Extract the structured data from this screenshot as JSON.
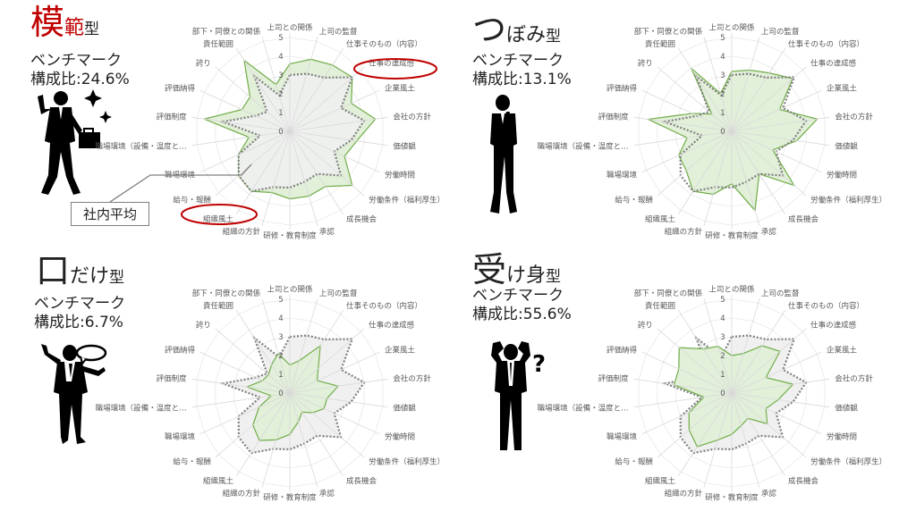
{
  "panels": [
    {
      "id": "mohan",
      "title": {
        "c1": "模",
        "c2": "範",
        "c3": "型"
      },
      "benchmark_label": "ベンチマーク",
      "ratio_label": "構成比:24.6%",
      "figure": "triumphant-businessman-icon"
    },
    {
      "id": "tsubomi",
      "title": {
        "c1": "つ",
        "c2": "ぼみ",
        "c3": "型"
      },
      "benchmark_label": "ベンチマーク",
      "ratio_label": "構成比:13.1%",
      "figure": "thinking-businessman-icon"
    },
    {
      "id": "kuchidake",
      "title": {
        "c1": "口",
        "c2": "だけ",
        "c3": "型"
      },
      "benchmark_label": "ベンチマーク",
      "ratio_label": "構成比:6.7%",
      "figure": "talking-businessman-icon"
    },
    {
      "id": "ukemi",
      "title": {
        "c1": "受",
        "c2": "け身",
        "c3": "型"
      },
      "benchmark_label": "ベンチマーク",
      "ratio_label": "構成比:55.6%",
      "figure": "confused-businessman-icon"
    }
  ],
  "callout": {
    "label": "社内平均"
  },
  "colors": {
    "series_fill": "#e2efd9",
    "series_stroke": "#70ad47",
    "average_fill": "#f0f0f0",
    "average_stroke": "#7f7f7f",
    "highlight": "#c00000",
    "grid": "#d9d9d9"
  },
  "chart_data": [
    {
      "type": "radar",
      "title": "模範型",
      "categories": [
        "上司との関係",
        "上司の監督",
        "仕事そのもの（内容）",
        "仕事の達成感",
        "企業風土",
        "会社の方針",
        "価値観",
        "労働時間",
        "労働条件（福利厚生）",
        "成長機会",
        "承認",
        "研修・教育制度",
        "組織の方針",
        "組織風土",
        "給与・報酬",
        "職場環境",
        "職場環境（設備・温度と…",
        "評価制度",
        "評価納得",
        "誇り",
        "責任範囲",
        "部下・同僚との関係"
      ],
      "rticks": [
        0,
        1,
        2,
        3,
        4,
        5
      ],
      "rlim": [
        0,
        5
      ],
      "series": [
        {
          "name": "模範型",
          "values": [
            3.6,
            4.0,
            4.2,
            4.4,
            3.6,
            4.6,
            3.6,
            3.2,
            4.4,
            3.5,
            3.6,
            3.6,
            3.4,
            3.8,
            3.6,
            3.0,
            2.2,
            4.6,
            2.8,
            2.8,
            4.5,
            2.6
          ]
        },
        {
          "name": "社内平均",
          "values": [
            3.0,
            3.2,
            3.4,
            4.4,
            3.0,
            4.0,
            3.3,
            2.6,
            3.6,
            2.7,
            2.8,
            3.0,
            3.1,
            3.8,
            3.6,
            3.0,
            1.6,
            3.6,
            2.0,
            1.6,
            3.5,
            2.0
          ]
        }
      ],
      "annotations": [
        "仕事の達成感 (circled)",
        "組織風土 (circled)",
        "社内平均 (callout)"
      ]
    },
    {
      "type": "radar",
      "title": "つぼみ型",
      "categories": [
        "上司との関係",
        "上司の監督",
        "仕事そのもの（内容）",
        "仕事の達成感",
        "企業風土",
        "会社の方針",
        "価値観",
        "労働時間",
        "労働条件（福利厚生）",
        "成長機会",
        "承認",
        "研修・教育制度",
        "組織の方針",
        "組織風土",
        "給与・報酬",
        "職場環境",
        "職場環境（設備・温度と…",
        "評価制度",
        "評価納得",
        "誇り",
        "責任範囲",
        "部下・同僚との関係"
      ],
      "rticks": [
        0,
        1,
        2,
        3,
        4,
        5
      ],
      "rlim": [
        0,
        5
      ],
      "series": [
        {
          "name": "つぼみ型",
          "values": [
            3.2,
            3.4,
            3.7,
            4.3,
            2.8,
            4.6,
            3.5,
            2.4,
            4.4,
            2.7,
            4.4,
            2.8,
            3.5,
            3.8,
            3.2,
            3.1,
            2.4,
            4.5,
            2.3,
            1.4,
            4.0,
            2.1
          ]
        },
        {
          "name": "社内平均",
          "values": [
            3.0,
            3.2,
            3.4,
            4.4,
            3.0,
            4.0,
            3.3,
            2.6,
            3.6,
            2.7,
            2.8,
            3.0,
            3.1,
            3.8,
            3.6,
            3.0,
            1.6,
            3.6,
            2.0,
            1.6,
            3.5,
            2.0
          ]
        }
      ]
    },
    {
      "type": "radar",
      "title": "口だけ型",
      "categories": [
        "上司との関係",
        "上司の監督",
        "仕事そのもの（内容）",
        "仕事の達成感",
        "企業風土",
        "会社の方針",
        "価値観",
        "労働時間",
        "労働条件（福利厚生）",
        "成長機会",
        "承認",
        "研修・教育制度",
        "組織の方針",
        "組織風土",
        "給与・報酬",
        "職場環境",
        "職場環境（設備・温度と…",
        "評価制度",
        "評価納得",
        "誇り",
        "責任範囲",
        "部下・同僚との関係"
      ],
      "rticks": [
        0,
        1,
        2,
        3,
        4,
        5
      ],
      "rlim": [
        0,
        5
      ],
      "series": [
        {
          "name": "口だけ型",
          "values": [
            1.5,
            1.8,
            3.0,
            2.0,
            1.6,
            2.6,
            2.0,
            2.0,
            1.6,
            1.2,
            1.6,
            2.2,
            2.6,
            3.0,
            2.6,
            1.8,
            1.0,
            2.3,
            1.6,
            1.5,
            1.8,
            2.2
          ]
        },
        {
          "name": "社内平均",
          "values": [
            3.0,
            3.2,
            3.4,
            4.4,
            3.0,
            4.0,
            3.3,
            2.6,
            3.6,
            2.7,
            2.8,
            3.0,
            3.1,
            3.8,
            3.6,
            3.0,
            1.6,
            3.6,
            2.0,
            1.6,
            3.5,
            2.0
          ]
        }
      ]
    },
    {
      "type": "radar",
      "title": "受け身型",
      "categories": [
        "上司との関係",
        "上司の監督",
        "仕事そのもの（内容）",
        "仕事の達成感",
        "企業風土",
        "会社の方針",
        "価値観",
        "労働時間",
        "労働条件（福利厚生）",
        "成長機会",
        "承認",
        "研修・教育制度",
        "組織の方針",
        "組織風土",
        "給与・報酬",
        "職場環境",
        "職場環境（設備・温度と…",
        "評価制度",
        "評価納得",
        "誇り",
        "責任範囲",
        "部下・同僚との関係"
      ],
      "rticks": [
        0,
        1,
        2,
        3,
        4,
        5
      ],
      "rlim": [
        0,
        5
      ],
      "series": [
        {
          "name": "受け身型",
          "values": [
            2.0,
            2.2,
            3.0,
            3.4,
            2.0,
            3.3,
            2.5,
            2.0,
            2.5,
            1.6,
            1.8,
            2.2,
            2.6,
            3.4,
            3.0,
            2.5,
            1.5,
            3.1,
            3.1,
            3.7,
            2.8,
            2.6
          ]
        },
        {
          "name": "社内平均",
          "values": [
            3.0,
            3.2,
            3.4,
            4.4,
            3.0,
            4.0,
            3.3,
            2.6,
            3.6,
            2.7,
            2.8,
            3.0,
            3.1,
            3.8,
            3.6,
            3.0,
            1.6,
            3.6,
            2.0,
            1.6,
            3.5,
            2.0
          ]
        }
      ]
    }
  ]
}
